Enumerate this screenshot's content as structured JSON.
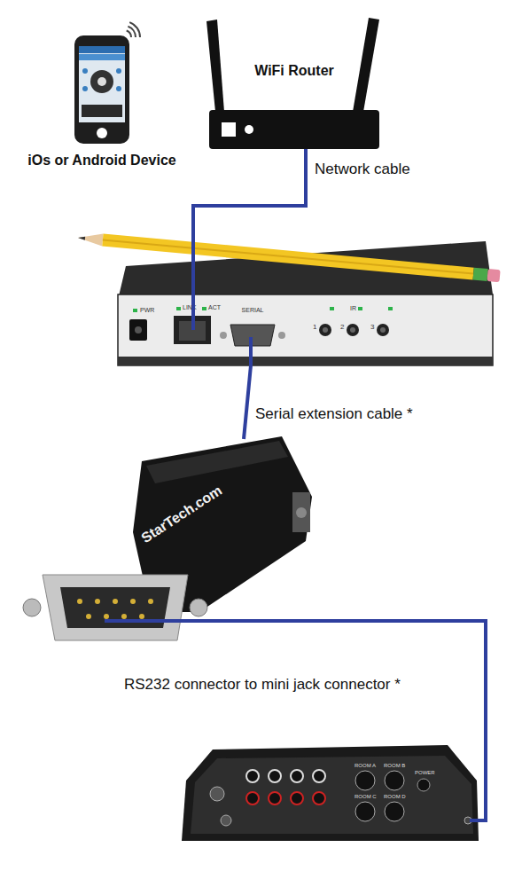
{
  "diagram": {
    "nodes": [
      {
        "text": [
          "iOs or Android Device"
        ]
      },
      {
        "text": [
          "WiFi Router"
        ]
      },
      {
        "text": [
          "PWR",
          "LINK",
          "ACT",
          "SERIAL",
          "IR",
          "1",
          "2",
          "3"
        ]
      },
      {
        "text": [
          "StarTech.com"
        ]
      },
      {
        "text": [
          "ROOM A",
          "ROOM B",
          "ROOM C",
          "ROOM D",
          "POWER"
        ]
      }
    ],
    "edges": [
      {
        "from": 1,
        "to": 2,
        "label": "Network cable",
        "arrow": "none"
      },
      {
        "from": 2,
        "to": 3,
        "label": "Serial extension cable *",
        "arrow": "none"
      },
      {
        "from": 3,
        "to": 4,
        "label": "RS232 connector to mini jack connector *",
        "arrow": "none"
      }
    ]
  }
}
